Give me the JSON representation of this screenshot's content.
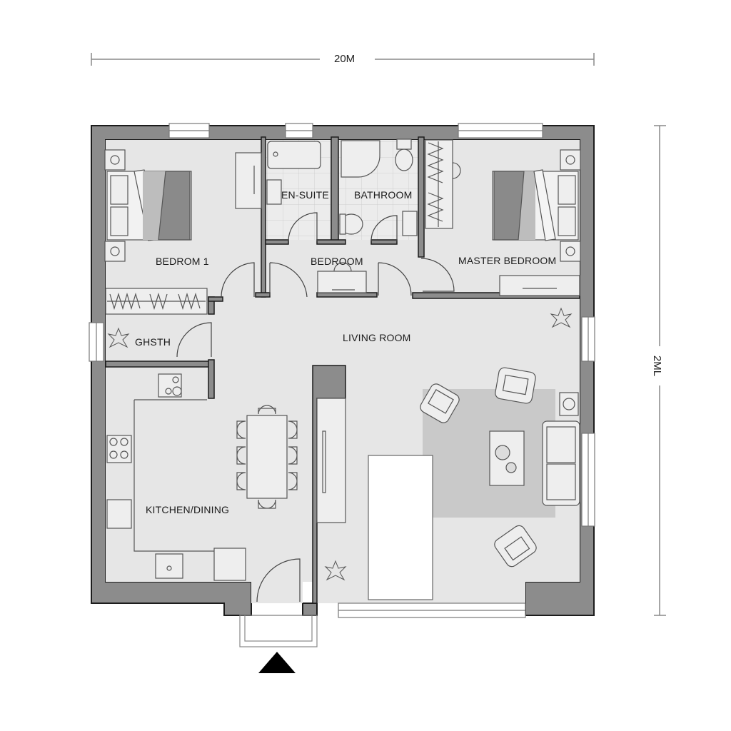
{
  "plan": {
    "colors": {
      "wall": "#8c8c8c",
      "wall_outline": "#1c1c1c",
      "floor": "#e6e6e6",
      "rug": "#c9c9c9",
      "furniture_line": "#555555",
      "window": "#ffffff",
      "entry_marker": "#000000"
    },
    "dimensions": {
      "width_label": "20M",
      "height_label": "2ML"
    },
    "rooms": [
      {
        "id": "bedroom-1",
        "label": "BEDROM 1"
      },
      {
        "id": "en-suite",
        "label": "EN-SUITE"
      },
      {
        "id": "bathroom",
        "label": "BATHROOM"
      },
      {
        "id": "bedroom",
        "label": "BEDROOM"
      },
      {
        "id": "master-bedroom",
        "label": "MASTER BEDROOM"
      },
      {
        "id": "ghsth",
        "label": "GHSTH"
      },
      {
        "id": "living-room",
        "label": "LIVING ROOM"
      },
      {
        "id": "kitchen-dining",
        "label": "KITCHEN/DINING"
      }
    ],
    "entry": {
      "marker": "entrance-arrow"
    }
  }
}
